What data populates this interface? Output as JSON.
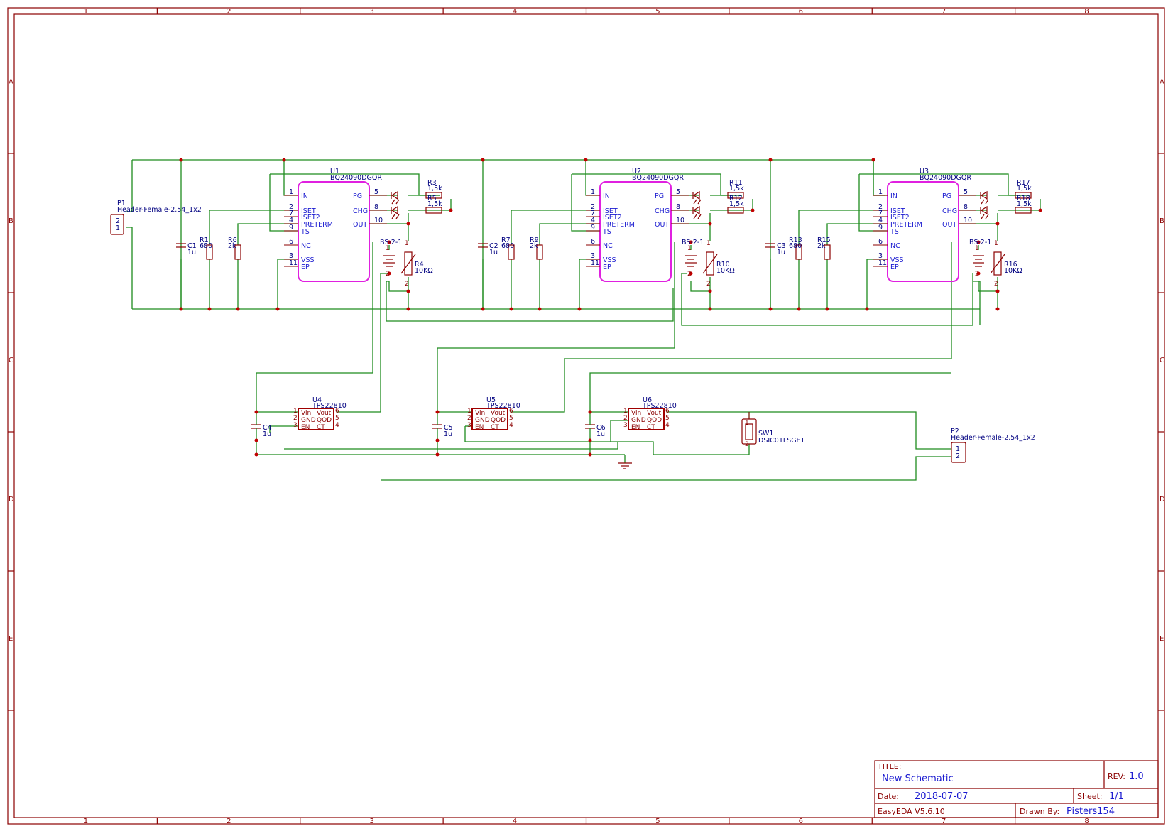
{
  "grid": {
    "columns": [
      "1",
      "2",
      "3",
      "4",
      "5",
      "6",
      "7",
      "8"
    ],
    "rows": [
      "A",
      "B",
      "C",
      "D",
      "E"
    ]
  },
  "title_block": {
    "title_label": "TITLE:",
    "title": "New Schematic",
    "rev_label": "REV:",
    "rev": "1.0",
    "date_label": "Date:",
    "date": "2018-07-07",
    "sheet_label": "Sheet:",
    "sheet": "1/1",
    "tool": "EasyEDA V5.6.10",
    "drawn_label": "Drawn By:",
    "drawn_by": "Pisters154"
  },
  "chargers": [
    {
      "ref": "U1",
      "part": "BQ24090DGQR",
      "left_pins": [
        {
          "num": "1",
          "name": "IN"
        },
        {
          "num": "2",
          "name": "ISET"
        },
        {
          "num": "7",
          "name": "ISET2"
        },
        {
          "num": "4",
          "name": "PRETERM"
        },
        {
          "num": "9",
          "name": "TS"
        },
        {
          "num": "6",
          "name": "NC"
        },
        {
          "num": "3",
          "name": "VSS"
        },
        {
          "num": "11",
          "name": "EP"
        }
      ],
      "right_pins": [
        {
          "num": "5",
          "name": "PG"
        },
        {
          "num": "8",
          "name": "CHG"
        },
        {
          "num": "10",
          "name": "OUT"
        }
      ],
      "cap": {
        "ref": "C1",
        "value": "1u"
      },
      "r_iset": {
        "ref": "R1",
        "value": "680"
      },
      "r_pre": {
        "ref": "R6",
        "value": "2k"
      },
      "r_led1": {
        "ref": "R3",
        "value": "1,5k"
      },
      "r_led2": {
        "ref": "R5",
        "value": "1,5k"
      },
      "ntc": {
        "ref": "R4",
        "value": "10KΩ"
      },
      "bat": {
        "ref": "BS-2-1",
        "pin1": "1",
        "pin2": "2"
      }
    },
    {
      "ref": "U2",
      "part": "BQ24090DGQR",
      "left_pins": [
        {
          "num": "1",
          "name": "IN"
        },
        {
          "num": "2",
          "name": "ISET"
        },
        {
          "num": "7",
          "name": "ISET2"
        },
        {
          "num": "4",
          "name": "PRETERM"
        },
        {
          "num": "9",
          "name": "TS"
        },
        {
          "num": "6",
          "name": "NC"
        },
        {
          "num": "3",
          "name": "VSS"
        },
        {
          "num": "11",
          "name": "EP"
        }
      ],
      "right_pins": [
        {
          "num": "5",
          "name": "PG"
        },
        {
          "num": "8",
          "name": "CHG"
        },
        {
          "num": "10",
          "name": "OUT"
        }
      ],
      "cap": {
        "ref": "C2",
        "value": "1u"
      },
      "r_iset": {
        "ref": "R7",
        "value": "680"
      },
      "r_pre": {
        "ref": "R9",
        "value": "2k"
      },
      "r_led1": {
        "ref": "R11",
        "value": "1,5k"
      },
      "r_led2": {
        "ref": "R12",
        "value": "1,5k"
      },
      "ntc": {
        "ref": "R10",
        "value": "10KΩ"
      },
      "bat": {
        "ref": "BS-2-1",
        "pin1": "1",
        "pin2": "2"
      }
    },
    {
      "ref": "U3",
      "part": "BQ24090DGQR",
      "left_pins": [
        {
          "num": "1",
          "name": "IN"
        },
        {
          "num": "2",
          "name": "ISET"
        },
        {
          "num": "7",
          "name": "ISET2"
        },
        {
          "num": "4",
          "name": "PRETERM"
        },
        {
          "num": "9",
          "name": "TS"
        },
        {
          "num": "6",
          "name": "NC"
        },
        {
          "num": "3",
          "name": "VSS"
        },
        {
          "num": "11",
          "name": "EP"
        }
      ],
      "right_pins": [
        {
          "num": "5",
          "name": "PG"
        },
        {
          "num": "8",
          "name": "CHG"
        },
        {
          "num": "10",
          "name": "OUT"
        }
      ],
      "cap": {
        "ref": "C3",
        "value": "1u"
      },
      "r_iset": {
        "ref": "R13",
        "value": "680"
      },
      "r_pre": {
        "ref": "R15",
        "value": "2k"
      },
      "r_led1": {
        "ref": "R17",
        "value": "1,5k"
      },
      "r_led2": {
        "ref": "R18",
        "value": "1,5k"
      },
      "ntc": {
        "ref": "R16",
        "value": "10KΩ"
      },
      "bat": {
        "ref": "BS-2-1",
        "pin1": "1",
        "pin2": "2"
      }
    }
  ],
  "switches": [
    {
      "ref": "U4",
      "part": "TPS22810",
      "cap": {
        "ref": "C4",
        "value": "1u"
      }
    },
    {
      "ref": "U5",
      "part": "TPS22810",
      "cap": {
        "ref": "C5",
        "value": "1u"
      }
    },
    {
      "ref": "U6",
      "part": "TPS22810",
      "cap": {
        "ref": "C6",
        "value": "1u"
      }
    }
  ],
  "switch_pins": {
    "left": [
      {
        "num": "1",
        "name": "Vin"
      },
      {
        "num": "2",
        "name": "GND"
      },
      {
        "num": "3",
        "name": "EN"
      }
    ],
    "right": [
      {
        "num": "6",
        "name": "Vout"
      },
      {
        "num": "5",
        "name": "QOD"
      },
      {
        "num": "4",
        "name": "CT"
      }
    ]
  },
  "p1": {
    "ref": "P1",
    "part": "Header-Female-2.54_1x2",
    "pin_a": "2",
    "pin_b": "1"
  },
  "p2": {
    "ref": "P2",
    "part": "Header-Female-2.54_1x2",
    "pin_a": "1",
    "pin_b": "2"
  },
  "sw1": {
    "ref": "SW1",
    "part": "DSIC01LSGET",
    "pin_a": "1",
    "pin_b": "2"
  }
}
